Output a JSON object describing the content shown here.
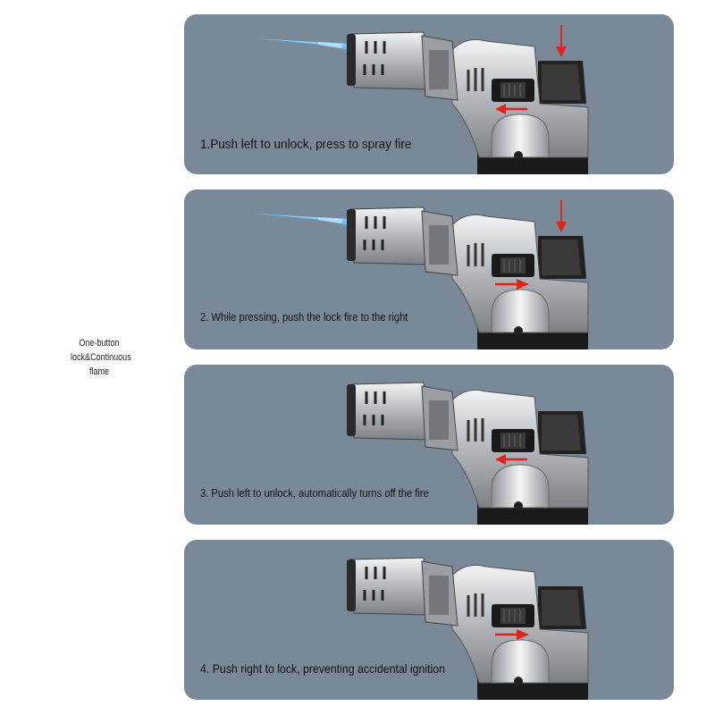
{
  "side_label": {
    "lines": [
      "One-button",
      "lock&Continuous",
      "flame"
    ]
  },
  "panels": [
    {
      "caption": "1.Push left to unlock, press to spray fire",
      "flame": true,
      "press_arrow": true,
      "slide_arrow": "left"
    },
    {
      "caption": "2. While pressing, push the lock fire to the right",
      "flame": true,
      "press_arrow": true,
      "slide_arrow": "right"
    },
    {
      "caption": "3. Push left to unlock, automatically turns off the fire",
      "flame": false,
      "press_arrow": false,
      "slide_arrow": "left"
    },
    {
      "caption": "4. Push right to lock, preventing accidental ignition",
      "flame": false,
      "press_arrow": false,
      "slide_arrow": "right"
    }
  ],
  "colors": {
    "panel_bg": "#7a8997",
    "arrow": "#e0221c",
    "flame": "#4a9fe8",
    "body_silver": "#c8ccd0",
    "body_dark": "#1a1a1a"
  }
}
